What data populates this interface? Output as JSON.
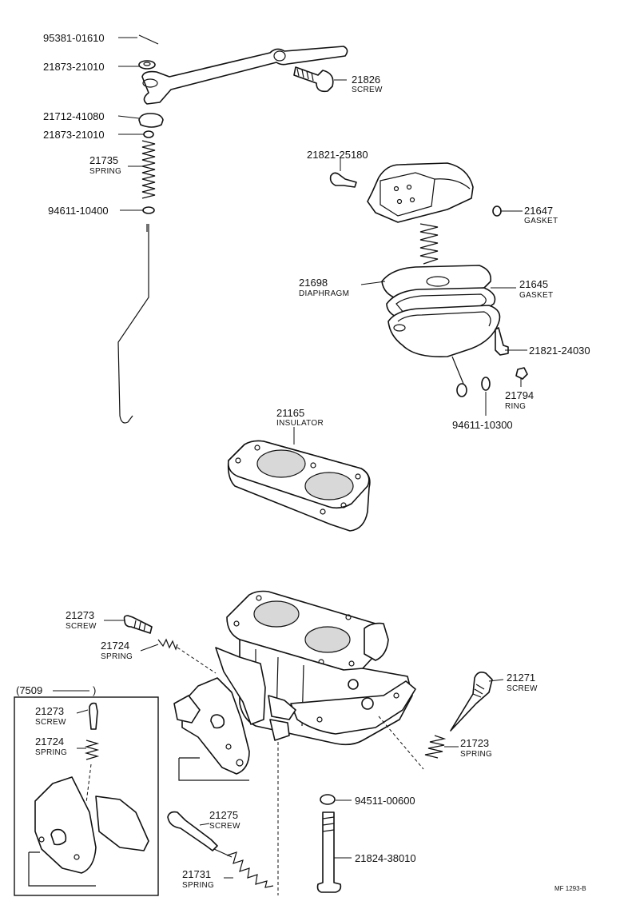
{
  "labels": {
    "l95381_01610": {
      "part_no": "95381-01610"
    },
    "l21873_21010_top": {
      "part_no": "21873-21010"
    },
    "l21826": {
      "part_no": "21826",
      "name": "SCREW"
    },
    "l21712_41080": {
      "part_no": "21712-41080"
    },
    "l21873_21010_low": {
      "part_no": "21873-21010"
    },
    "l21735": {
      "part_no": "21735",
      "name": "SPRING"
    },
    "l94611_10400": {
      "part_no": "94611-10400"
    },
    "l21821_25180": {
      "part_no": "21821-25180"
    },
    "l21647": {
      "part_no": "21647",
      "name": "GASKET"
    },
    "l21698": {
      "part_no": "21698",
      "name": "DIAPHRAGM"
    },
    "l21645": {
      "part_no": "21645",
      "name": "GASKET"
    },
    "l21821_24030": {
      "part_no": "21821-24030"
    },
    "l21794": {
      "part_no": "21794",
      "name": "RING"
    },
    "l94611_10300": {
      "part_no": "94611-10300"
    },
    "l21165": {
      "part_no": "21165",
      "name": "INSULATOR"
    },
    "l21273": {
      "part_no": "21273",
      "name": "SCREW"
    },
    "l21724": {
      "part_no": "21724",
      "name": "SPRING"
    },
    "l21271": {
      "part_no": "21271",
      "name": "SCREW"
    },
    "l21723": {
      "part_no": "21723",
      "name": "SPRING"
    },
    "l94511_00600": {
      "part_no": "94511-00600"
    },
    "l21275": {
      "part_no": "21275",
      "name": "SCREW"
    },
    "l21824_38010": {
      "part_no": "21824-38010"
    },
    "l21731": {
      "part_no": "21731",
      "name": "SPRING"
    }
  },
  "inset": {
    "title": "(7509",
    "title_close": ")",
    "l21273": {
      "part_no": "21273",
      "name": "SCREW"
    },
    "l21724": {
      "part_no": "21724",
      "name": "SPRING"
    }
  },
  "drawing_ref": "MF  1293-B"
}
